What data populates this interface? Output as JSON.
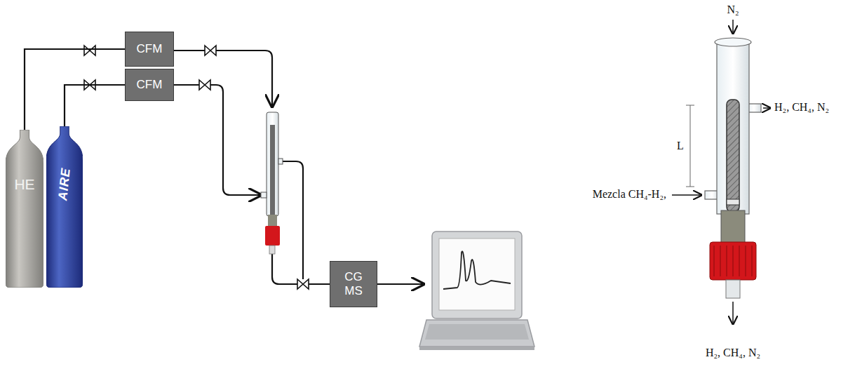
{
  "diagram": {
    "nodes": [
      {
        "text": [
          "CFM"
        ]
      },
      {
        "text": [
          "CFM"
        ]
      },
      {
        "text": [
          "HE"
        ]
      },
      {
        "text": [
          "AIRE"
        ]
      },
      {
        "text": [
          "CG MS"
        ]
      }
    ],
    "edges": [
      {
        "from": 2,
        "to": 0,
        "arrow": "none"
      },
      {
        "from": 3,
        "to": 1,
        "arrow": "none"
      }
    ],
    "labels": [
      "N₂",
      "H₂, CH₄, N₂",
      "L",
      "Mezcla CH₄-H₂,",
      "H₂, CH₄, N₂"
    ]
  }
}
